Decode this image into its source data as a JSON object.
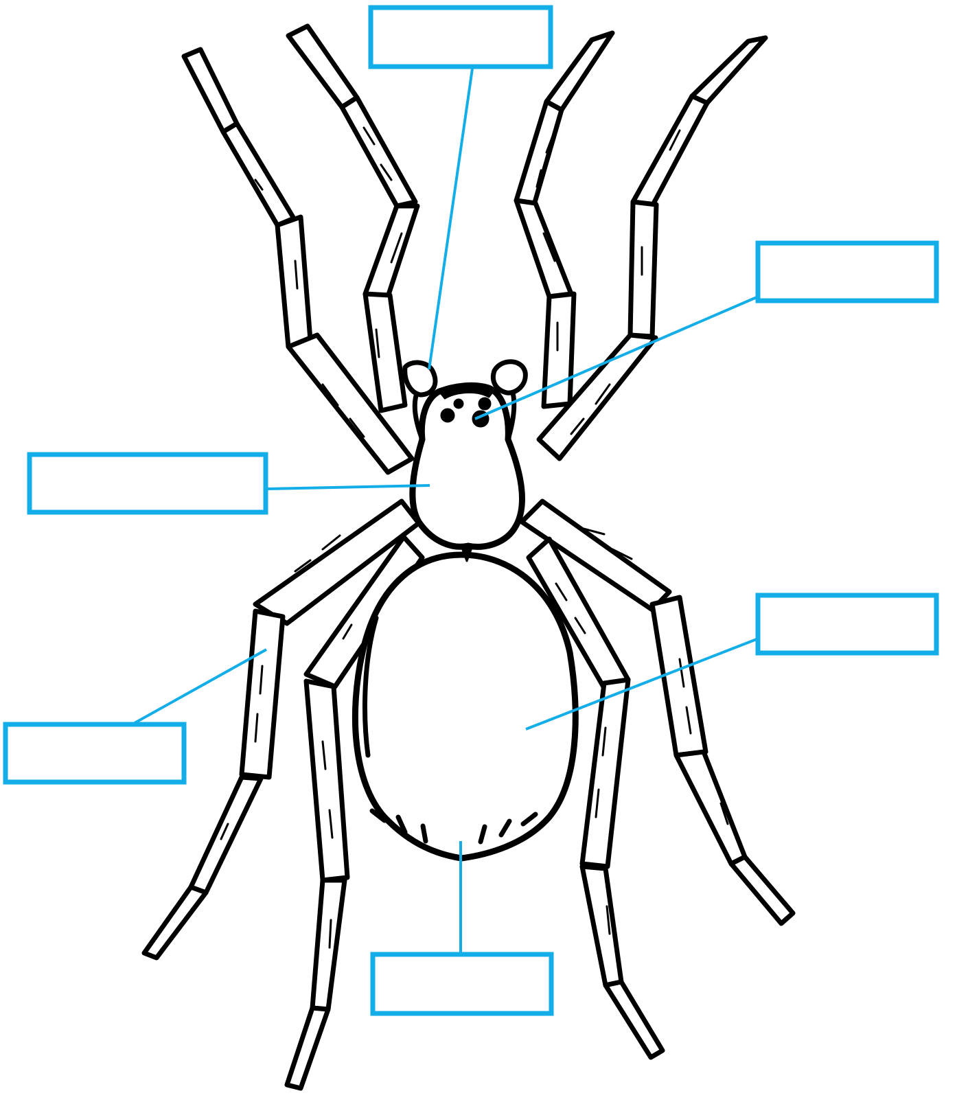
{
  "diagram": {
    "accent_color": "#13ade8",
    "ink_color": "#000000",
    "labels": [
      {
        "id": "chelicerae",
        "text": ""
      },
      {
        "id": "eyes",
        "text": ""
      },
      {
        "id": "cephalothorax",
        "text": ""
      },
      {
        "id": "leg",
        "text": ""
      },
      {
        "id": "abdomen",
        "text": ""
      },
      {
        "id": "spinnerets",
        "text": ""
      }
    ]
  }
}
